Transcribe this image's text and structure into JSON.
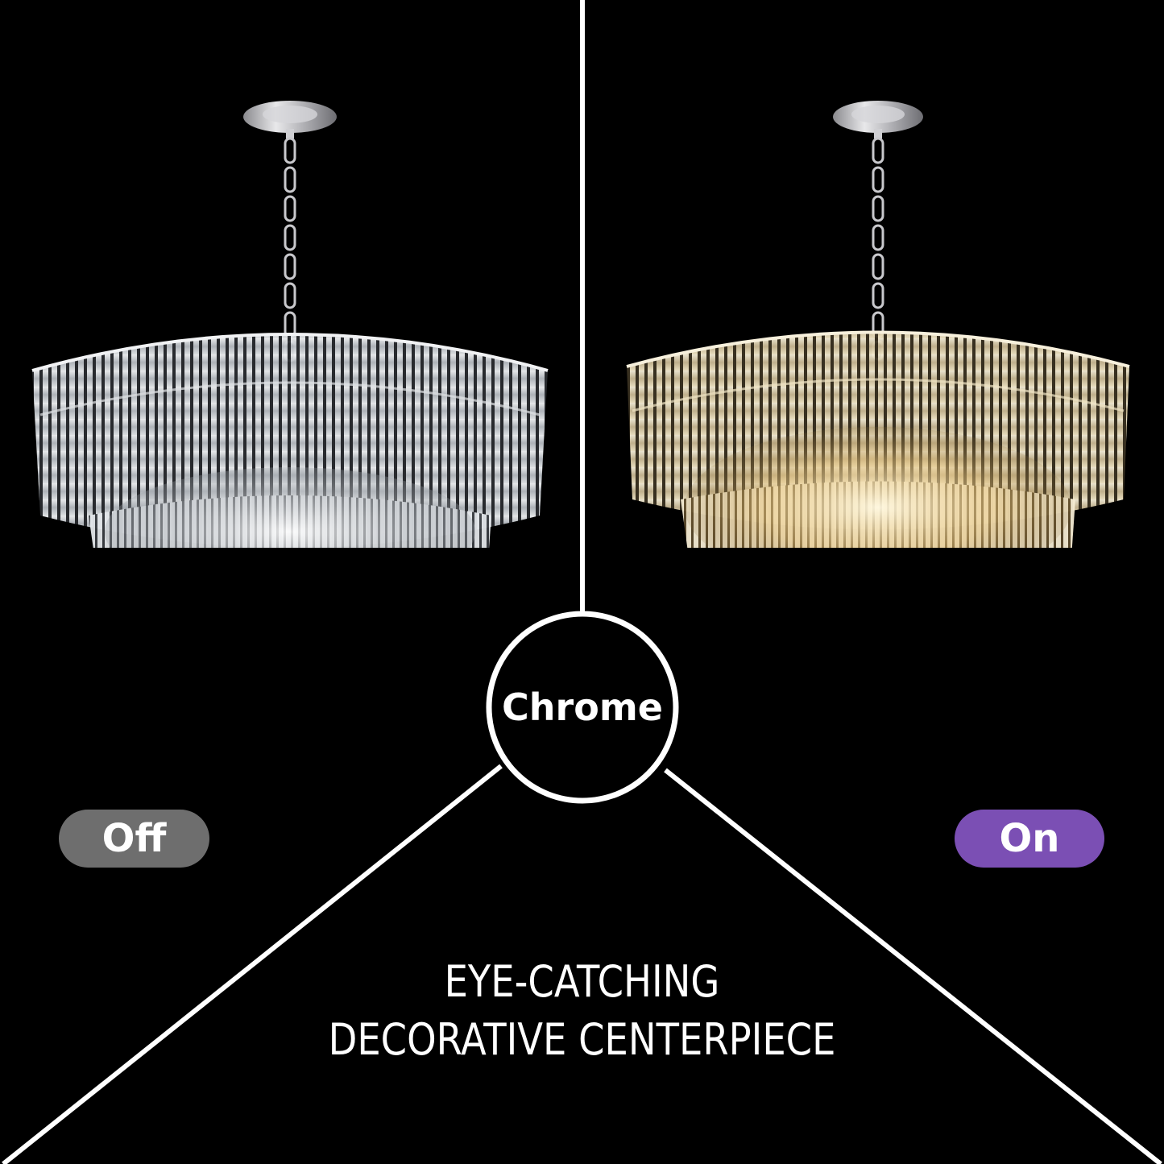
{
  "center_badge": {
    "label": "Chrome"
  },
  "states": {
    "off": {
      "label": "Off",
      "color": "#6e6e6e"
    },
    "on": {
      "label": "On",
      "color": "#7b4fb4"
    }
  },
  "caption": {
    "line1": "EYE-CATCHING",
    "line2": "DECORATIVE CENTERPIECE"
  },
  "colors": {
    "background": "#000000",
    "lines": "#ffffff",
    "crystal_off": "#d9dde2",
    "crystal_on": "#efe3c0",
    "glow_on": "#d9a84a"
  },
  "images": {
    "left": {
      "subject": "chandelier-chrome-off"
    },
    "right": {
      "subject": "chandelier-chrome-on"
    }
  }
}
